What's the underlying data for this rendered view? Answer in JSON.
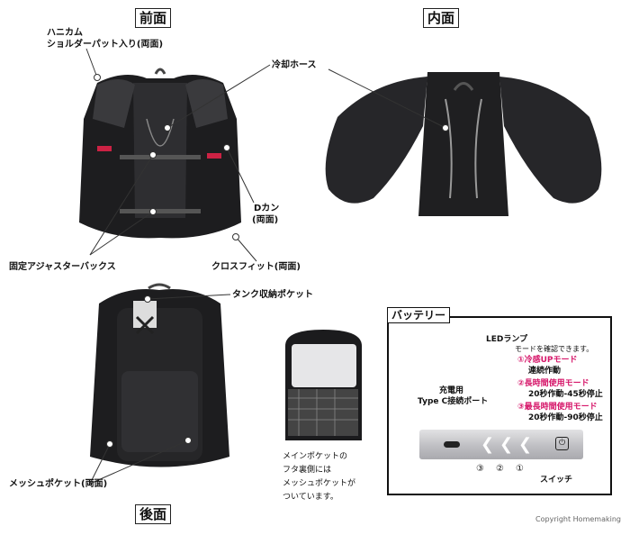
{
  "sections": {
    "front": "前面",
    "inner": "内面",
    "back": "後面"
  },
  "front_labels": {
    "honeycomb": "ハニカム",
    "shoulder_pad": "ショルダーパット入り(両面)",
    "cooling_hose": "冷却ホース",
    "d_ring": "Dカン",
    "d_ring_sides": "(両面)",
    "adjuster_buckle": "固定アジャスターバックス",
    "cross_fit": "クロスフィット(両面)"
  },
  "back_labels": {
    "tank_pocket": "タンク収納ポケット",
    "mesh_pocket": "メッシュポケット(両面)"
  },
  "main_pocket_note": [
    "メインポケットの",
    "フタ裏側には",
    "メッシュポケットが",
    "ついています。"
  ],
  "battery": {
    "title": "バッテリー",
    "led_lamp": "LEDランプ",
    "mode_check": "モードを確認できます。",
    "mode1": "①冷感UPモード",
    "mode1_desc": "連続作動",
    "mode2": "②長時間使用モード",
    "mode2_desc": "20秒作動-45秒停止",
    "mode3": "③最長時間使用モード",
    "mode3_desc": "20秒作動-90秒停止",
    "charging_port_line1": "充電用",
    "charging_port_line2": "Type C接続ポート",
    "num3": "③",
    "num2": "②",
    "num1": "①",
    "switch": "スイッチ"
  },
  "copyright": "Copyright Homemaking",
  "colors": {
    "accent": "#d6176a",
    "ink": "#111111"
  }
}
